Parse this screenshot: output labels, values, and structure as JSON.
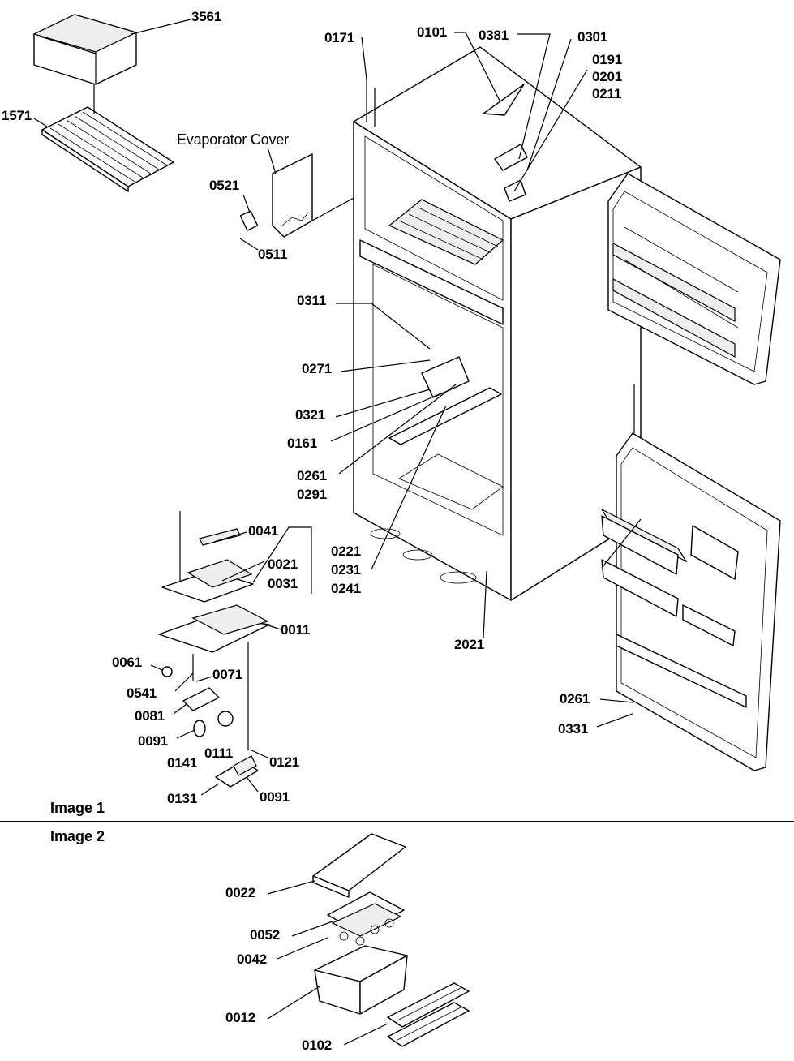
{
  "sections": {
    "image1": "Image 1",
    "image2": "Image 2"
  },
  "callouts": {
    "p3561": "3561",
    "p1571": "1571",
    "evaporator_cover": "Evaporator Cover",
    "p0521": "0521",
    "p0511": "0511",
    "p0171": "0171",
    "p0101": "0101",
    "p0381": "0381",
    "p0301": "0301",
    "p0191_0201_0211": "0191\n0201\n0211",
    "p0311": "0311",
    "p0271": "0271",
    "p0321": "0321",
    "p0161": "0161",
    "p0261_0291": "0261\n0291",
    "p0221_0231_0241": "0221\n0231\n0241",
    "p2021": "2021",
    "p0041": "0041",
    "p0021_0031": "0021\n0031",
    "p0011": "0011",
    "p0061": "0061",
    "p0541": "0541",
    "p0071": "0071",
    "p0081": "0081",
    "p0091a": "0091",
    "p0141": "0141",
    "p0111": "0111",
    "p0121": "0121",
    "p0131": "0131",
    "p0091b": "0091",
    "p0261_door": "0261",
    "p0331": "0331",
    "p0022": "0022",
    "p0052": "0052",
    "p0042": "0042",
    "p0012": "0012",
    "p0102": "0102"
  }
}
